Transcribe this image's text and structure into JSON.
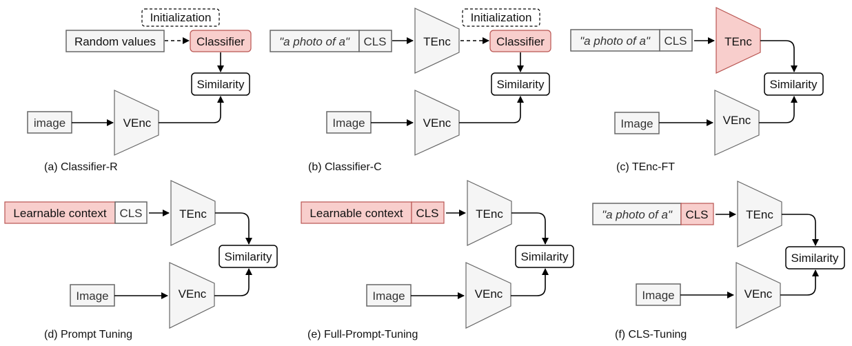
{
  "figure": {
    "colors": {
      "highlight_fill": "#f8cecc",
      "highlight_stroke": "#b85450",
      "neutral_fill": "#f5f5f5",
      "neutral_stroke": "#666666"
    },
    "panels": [
      {
        "id": "a",
        "caption": "(a) Classifier-R",
        "init_label": "Initialization",
        "input_label": "Random values",
        "classifier_label": "Classifier",
        "similarity_label": "Similarity",
        "image_label": "image",
        "venc_label": "VEnc",
        "trainable": [
          "Classifier"
        ]
      },
      {
        "id": "b",
        "caption": "(b) Classifier-C",
        "init_label": "Initialization",
        "prompt_label": "\"a photo of a\"",
        "cls_label": "CLS",
        "tenc_label": "TEnc",
        "classifier_label": "Classifier",
        "similarity_label": "Similarity",
        "image_label": "Image",
        "venc_label": "VEnc",
        "trainable": [
          "Classifier"
        ]
      },
      {
        "id": "c",
        "caption": "(c) TEnc-FT",
        "prompt_label": "\"a photo of a\"",
        "cls_label": "CLS",
        "tenc_label": "TEnc",
        "similarity_label": "Similarity",
        "image_label": "Image",
        "venc_label": "VEnc",
        "trainable": [
          "TEnc"
        ]
      },
      {
        "id": "d",
        "caption": "(d) Prompt Tuning",
        "prompt_label": "Learnable context",
        "cls_label": "CLS",
        "tenc_label": "TEnc",
        "similarity_label": "Similarity",
        "image_label": "Image",
        "venc_label": "VEnc",
        "trainable": [
          "Learnable context"
        ]
      },
      {
        "id": "e",
        "caption": "(e) Full-Prompt-Tuning",
        "prompt_label": "Learnable context",
        "cls_label": "CLS",
        "tenc_label": "TEnc",
        "similarity_label": "Similarity",
        "image_label": "Image",
        "venc_label": "VEnc",
        "trainable": [
          "Learnable context",
          "CLS"
        ]
      },
      {
        "id": "f",
        "caption": "(f) CLS-Tuning",
        "prompt_label": "\"a photo of a\"",
        "cls_label": "CLS",
        "tenc_label": "TEnc",
        "similarity_label": "Similarity",
        "image_label": "Image",
        "venc_label": "VEnc",
        "trainable": [
          "CLS"
        ]
      }
    ]
  }
}
